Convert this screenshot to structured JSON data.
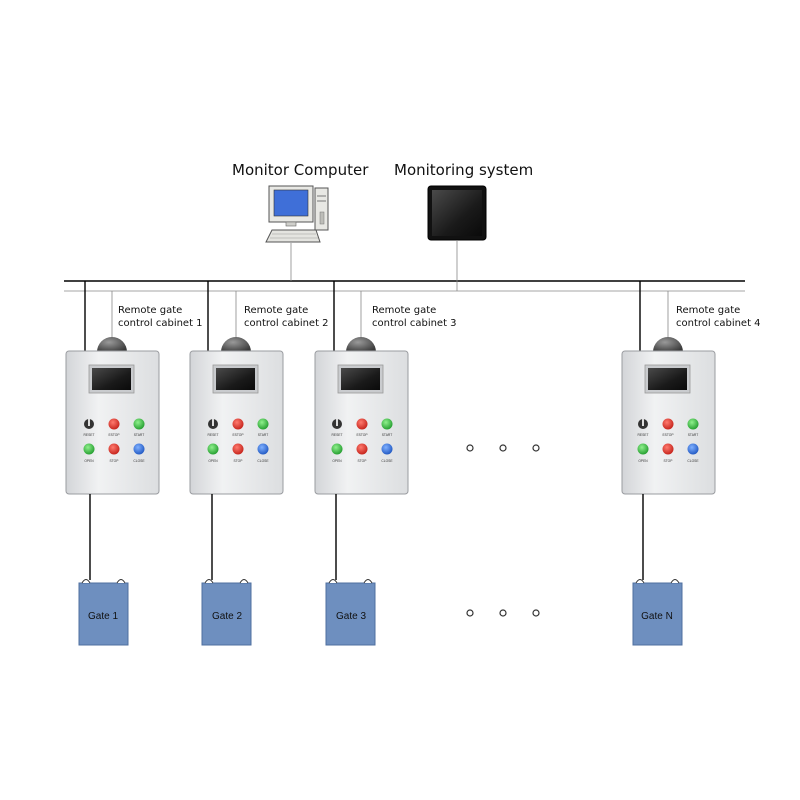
{
  "monitor_computer": {
    "label": "Monitor Computer"
  },
  "monitoring_system": {
    "label": "Monitoring system"
  },
  "cabinets": [
    {
      "label_line1": "Remote gate",
      "label_line2": "control cabinet 1",
      "buttons": {
        "reset": "RESET",
        "e_stop": "ESTOP",
        "start": "START",
        "open": "OPEN",
        "stop": "STOP",
        "close": "CLOSE"
      },
      "gate": "Gate 1"
    },
    {
      "label_line1": "Remote gate",
      "label_line2": "control cabinet 2",
      "buttons": {
        "reset": "RESET",
        "e_stop": "ESTOP",
        "start": "START",
        "open": "OPEN",
        "stop": "STOP",
        "close": "CLOSE"
      },
      "gate": "Gate 2"
    },
    {
      "label_line1": "Remote gate",
      "label_line2": "control cabinet 3",
      "buttons": {
        "reset": "RESET",
        "e_stop": "ESTOP",
        "start": "START",
        "open": "OPEN",
        "stop": "STOP",
        "close": "CLOSE"
      },
      "gate": "Gate 3"
    },
    {
      "label_line1": "Remote gate",
      "label_line2": "control cabinet 4",
      "buttons": {
        "reset": "RESET",
        "e_stop": "ESTOP",
        "start": "START",
        "open": "OPEN",
        "stop": "STOP",
        "close": "CLOSE"
      },
      "gate": "Gate N"
    }
  ],
  "colors": {
    "gate_fill": "#6e8fbf",
    "cabinet_body": "#e9eaeb",
    "button_red": "#d9312b",
    "button_green": "#2fae3b",
    "button_blue": "#2f6fd6",
    "screen": "#1c1c1c"
  },
  "ellipsis_icon": "three-dots"
}
